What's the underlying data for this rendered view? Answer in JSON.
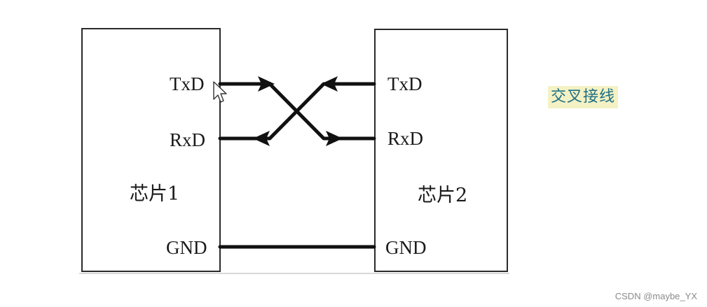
{
  "chip1": {
    "name": "芯片1",
    "pins": {
      "tx": "TxD",
      "rx": "RxD",
      "gnd": "GND"
    }
  },
  "chip2": {
    "name": "芯片2",
    "pins": {
      "tx": "TxD",
      "rx": "RxD",
      "gnd": "GND"
    }
  },
  "annotation": {
    "text": "交叉接线",
    "text_color": "#1f6f86",
    "highlight_color": "#f4f2c4"
  },
  "watermark": "CSDN @maybe_YX",
  "icons": {
    "cursor": "mouse-pointer-icon"
  }
}
